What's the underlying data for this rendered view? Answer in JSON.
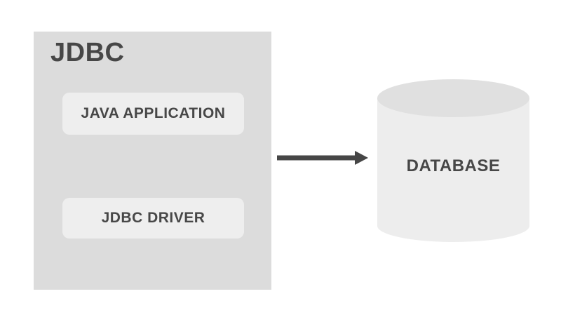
{
  "diagram": {
    "jdbc_box": {
      "title": "JDBC",
      "components": [
        {
          "label": "JAVA APPLICATION"
        },
        {
          "label": "JDBC DRIVER"
        }
      ]
    },
    "arrow": {
      "direction": "right",
      "from": "JDBC",
      "to": "DATABASE"
    },
    "database": {
      "label": "DATABASE",
      "shape": "cylinder"
    },
    "colors": {
      "background": "#ffffff",
      "outer_box": "#dcdcdc",
      "inner_box": "#eeeeee",
      "cylinder_body": "#ededed",
      "cylinder_top": "#e0e0e0",
      "text": "#474747",
      "arrow": "#464646"
    }
  }
}
